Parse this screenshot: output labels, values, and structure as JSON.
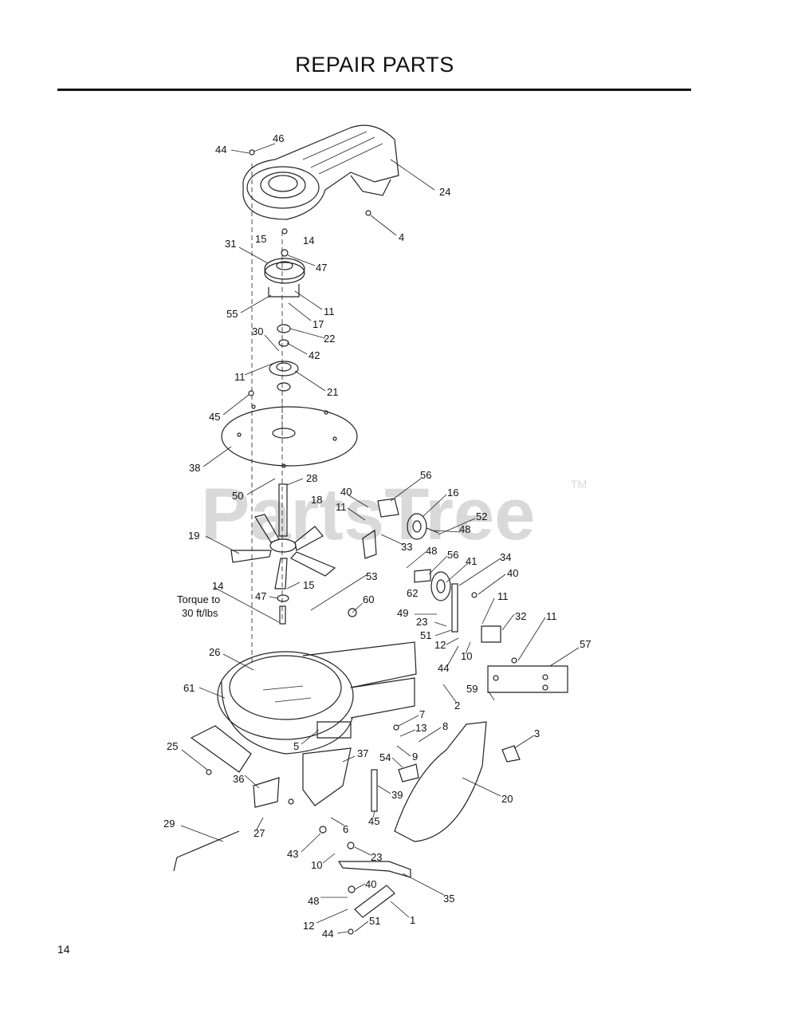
{
  "page": {
    "title": "REPAIR PARTS",
    "page_number": "14"
  },
  "watermark": {
    "text": "PartsTree",
    "tm": "TM"
  },
  "annotation": {
    "torque_line1": "Torque to",
    "torque_line2": "30 ft/lbs"
  },
  "callouts": [
    {
      "id": "c46",
      "text": "46"
    },
    {
      "id": "c44a",
      "text": "44"
    },
    {
      "id": "c24",
      "text": "24"
    },
    {
      "id": "c4",
      "text": "4"
    },
    {
      "id": "c15a",
      "text": "15"
    },
    {
      "id": "c14a",
      "text": "14"
    },
    {
      "id": "c31",
      "text": "31"
    },
    {
      "id": "c47a",
      "text": "47"
    },
    {
      "id": "c55",
      "text": "55"
    },
    {
      "id": "c11a",
      "text": "11"
    },
    {
      "id": "c17",
      "text": "17"
    },
    {
      "id": "c30",
      "text": "30"
    },
    {
      "id": "c22",
      "text": "22"
    },
    {
      "id": "c42",
      "text": "42"
    },
    {
      "id": "c11b",
      "text": "11"
    },
    {
      "id": "c21",
      "text": "21"
    },
    {
      "id": "c45a",
      "text": "45"
    },
    {
      "id": "c38",
      "text": "38"
    },
    {
      "id": "c56a",
      "text": "56"
    },
    {
      "id": "c28",
      "text": "28"
    },
    {
      "id": "c40a",
      "text": "40"
    },
    {
      "id": "c16",
      "text": "16"
    },
    {
      "id": "c50",
      "text": "50"
    },
    {
      "id": "c11c",
      "text": "11"
    },
    {
      "id": "c18",
      "text": "18"
    },
    {
      "id": "c48a",
      "text": "48"
    },
    {
      "id": "c52",
      "text": "52"
    },
    {
      "id": "c19",
      "text": "19"
    },
    {
      "id": "c33",
      "text": "33"
    },
    {
      "id": "c48b",
      "text": "48"
    },
    {
      "id": "c56b",
      "text": "56"
    },
    {
      "id": "c41",
      "text": "41"
    },
    {
      "id": "c34",
      "text": "34"
    },
    {
      "id": "c40b",
      "text": "40"
    },
    {
      "id": "c53",
      "text": "53"
    },
    {
      "id": "c62",
      "text": "62"
    },
    {
      "id": "c14b",
      "text": "14"
    },
    {
      "id": "c15b",
      "text": "15"
    },
    {
      "id": "c47b",
      "text": "47"
    },
    {
      "id": "c60",
      "text": "60"
    },
    {
      "id": "c11d",
      "text": "11"
    },
    {
      "id": "c49",
      "text": "49"
    },
    {
      "id": "c32",
      "text": "32"
    },
    {
      "id": "c11e",
      "text": "11"
    },
    {
      "id": "c23a",
      "text": "23"
    },
    {
      "id": "c51a",
      "text": "51"
    },
    {
      "id": "c12a",
      "text": "12"
    },
    {
      "id": "c10a",
      "text": "10"
    },
    {
      "id": "c57",
      "text": "57"
    },
    {
      "id": "c26",
      "text": "26"
    },
    {
      "id": "c44b",
      "text": "44"
    },
    {
      "id": "c61",
      "text": "61"
    },
    {
      "id": "c59",
      "text": "59"
    },
    {
      "id": "c2",
      "text": "2"
    },
    {
      "id": "c7",
      "text": "7"
    },
    {
      "id": "c8",
      "text": "8"
    },
    {
      "id": "c13",
      "text": "13"
    },
    {
      "id": "c3",
      "text": "3"
    },
    {
      "id": "c25",
      "text": "25"
    },
    {
      "id": "c5",
      "text": "5"
    },
    {
      "id": "c37",
      "text": "37"
    },
    {
      "id": "c9",
      "text": "9"
    },
    {
      "id": "c54",
      "text": "54"
    },
    {
      "id": "c36",
      "text": "36"
    },
    {
      "id": "c20",
      "text": "20"
    },
    {
      "id": "c39",
      "text": "39"
    },
    {
      "id": "c45b",
      "text": "45"
    },
    {
      "id": "c29",
      "text": "29"
    },
    {
      "id": "c27",
      "text": "27"
    },
    {
      "id": "c6",
      "text": "6"
    },
    {
      "id": "c43",
      "text": "43"
    },
    {
      "id": "c23b",
      "text": "23"
    },
    {
      "id": "c10b",
      "text": "10"
    },
    {
      "id": "c35",
      "text": "35"
    },
    {
      "id": "c40c",
      "text": "40"
    },
    {
      "id": "c48c",
      "text": "48"
    },
    {
      "id": "c12b",
      "text": "12"
    },
    {
      "id": "c1",
      "text": "1"
    },
    {
      "id": "c51b",
      "text": "51"
    },
    {
      "id": "c44c",
      "text": "44"
    }
  ]
}
